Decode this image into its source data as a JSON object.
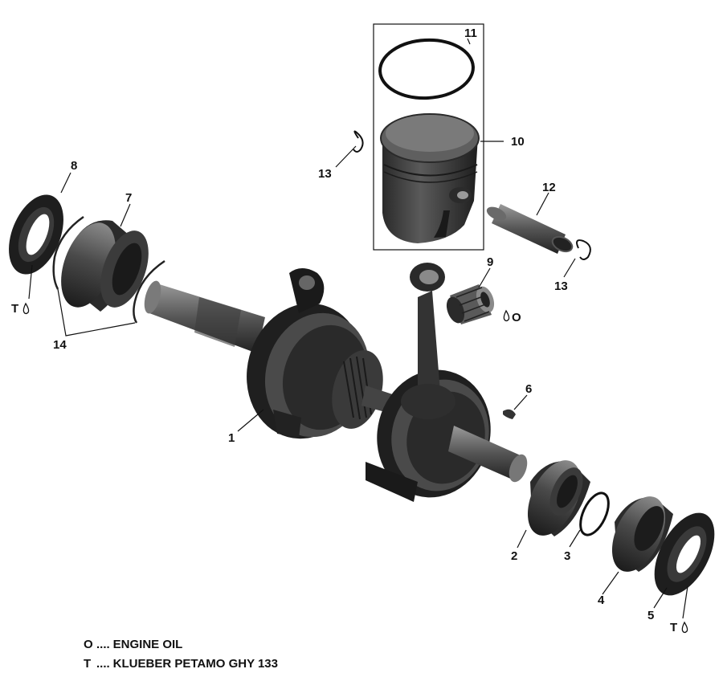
{
  "callouts": {
    "c1": "1",
    "c2": "2",
    "c3": "3",
    "c4": "4",
    "c5": "5",
    "c6": "6",
    "c7": "7",
    "c8": "8",
    "c9": "9",
    "c10": "10",
    "c11": "11",
    "c12": "12",
    "c13a": "13",
    "c13b": "13",
    "c14": "14"
  },
  "markers": {
    "t_seal_left": "T",
    "o_bearing": "O",
    "t_seal_right": "T"
  },
  "legend": [
    {
      "symbol": "O",
      "separator": "....",
      "text": "ENGINE OIL"
    },
    {
      "symbol": "T",
      "separator": "....",
      "text": "KLUEBER PETAMO GHY 133"
    }
  ],
  "colors": {
    "part_dark": "#1a1a1a",
    "part_mid": "#3a3a3a",
    "part_light": "#6a6a6a",
    "line": "#111111"
  }
}
